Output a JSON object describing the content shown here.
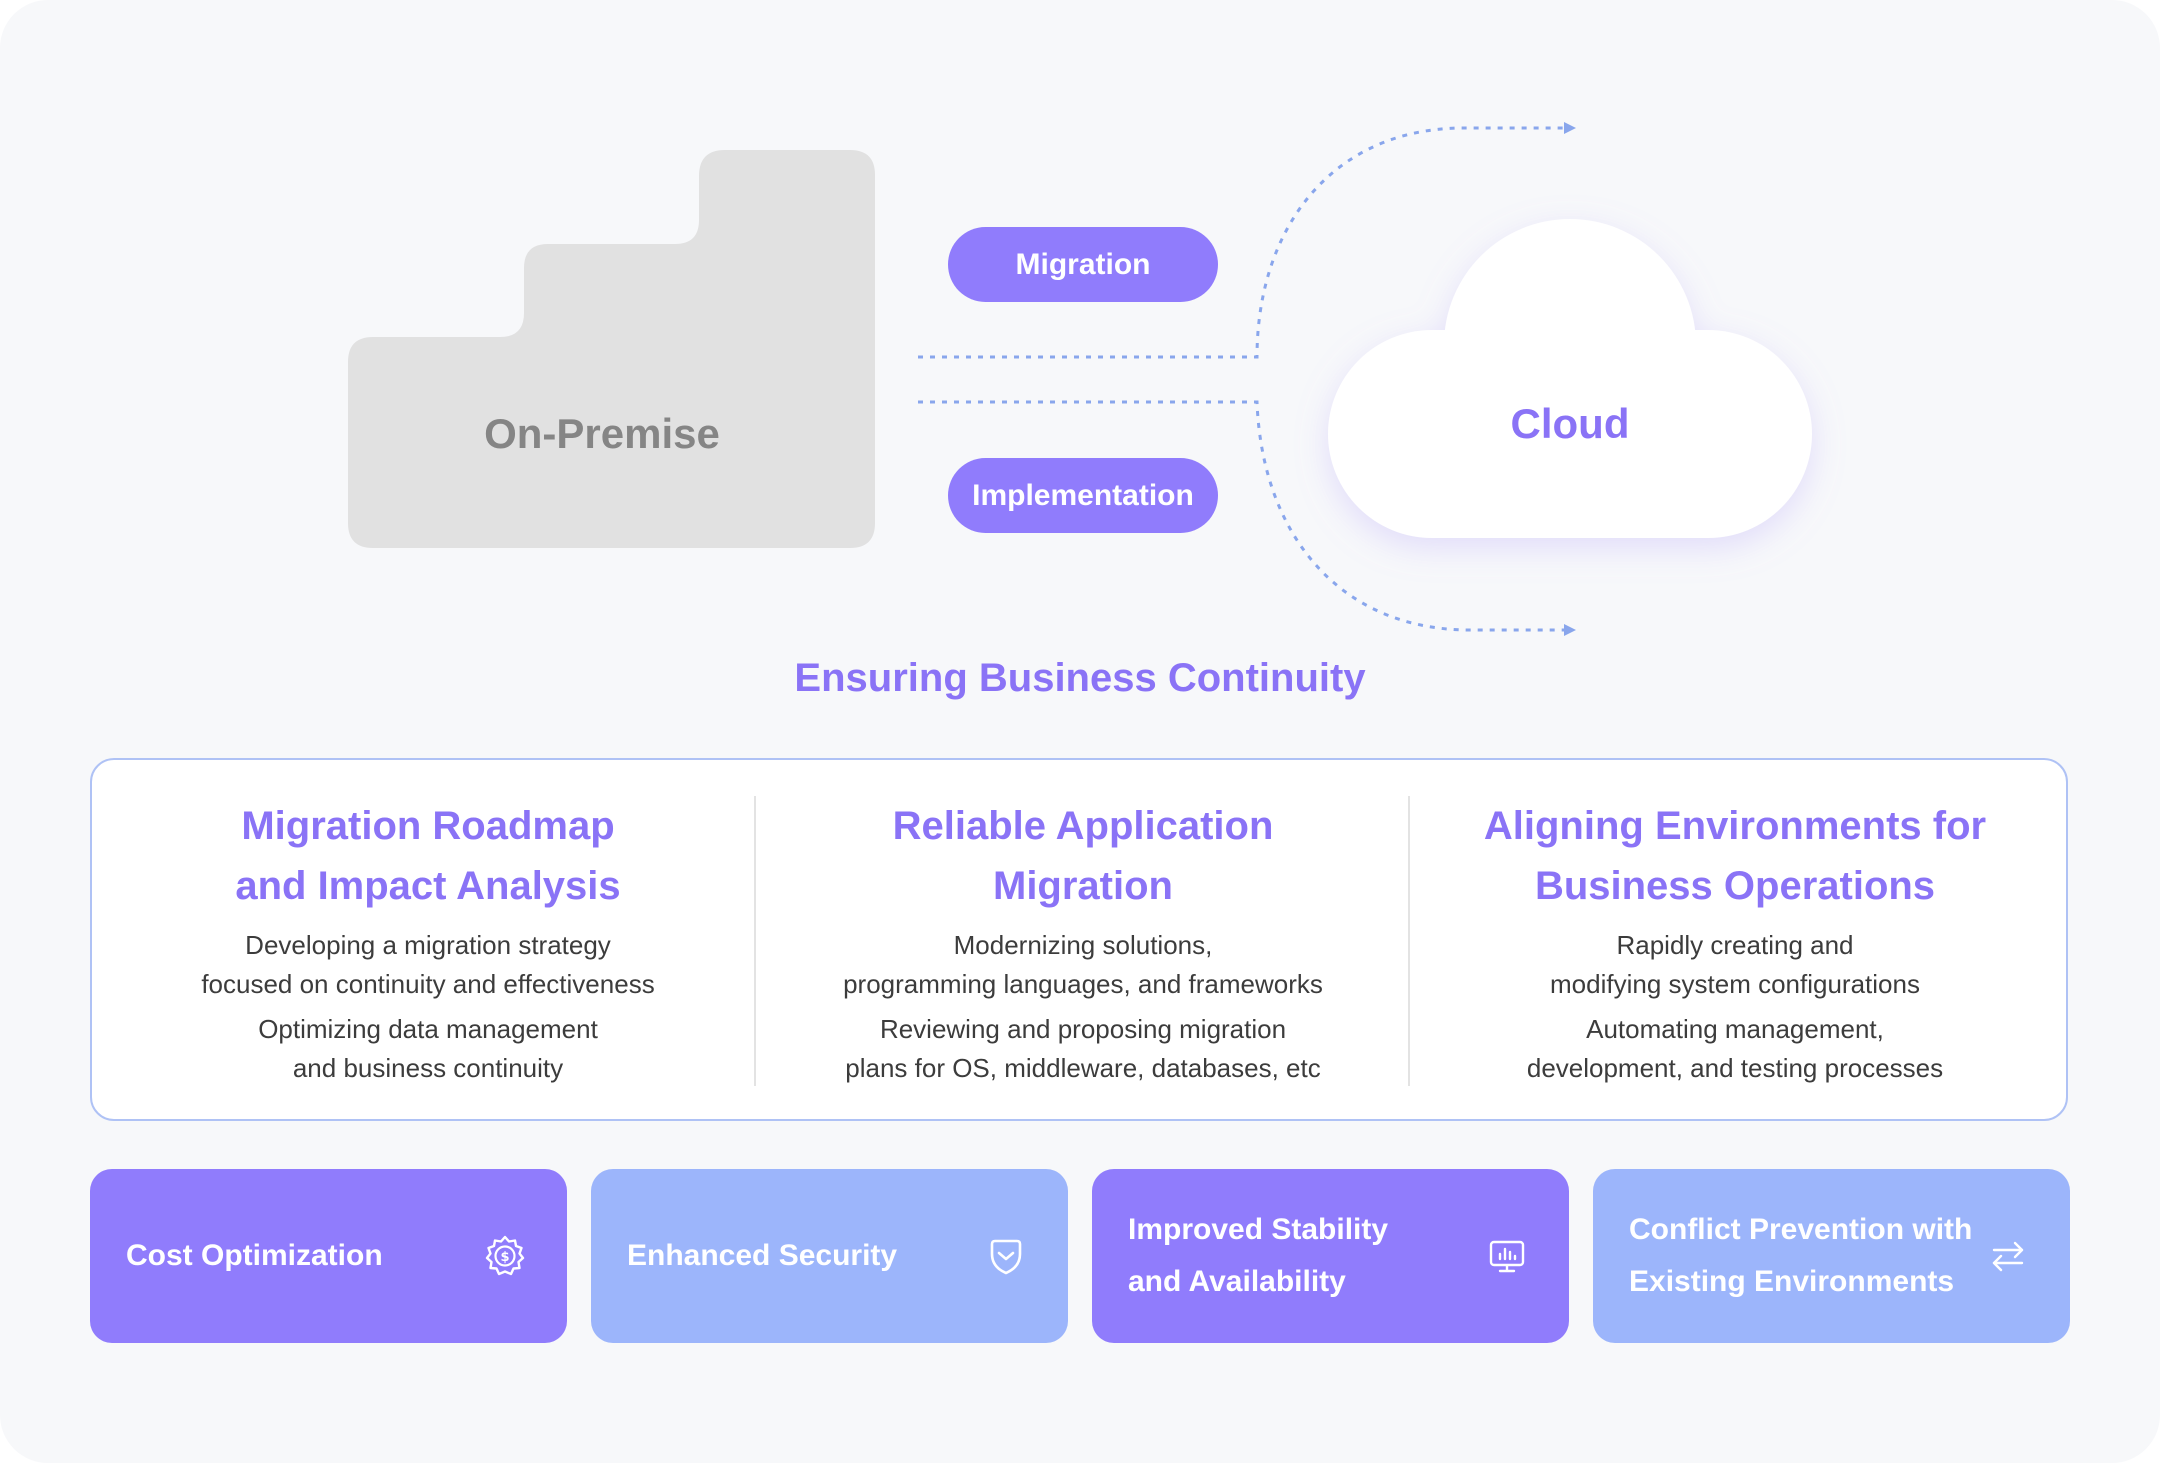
{
  "diagram": {
    "on_premise_label": "On-Premise",
    "cloud_label": "Cloud",
    "connectors": [
      {
        "label": "Migration"
      },
      {
        "label": "Implementation"
      }
    ],
    "continuity_title": "Ensuring Business Continuity"
  },
  "columns": [
    {
      "title": "Migration Roadmap\nand Impact Analysis",
      "lines": [
        "Developing a migration strategy\nfocused on continuity and effectiveness",
        "Optimizing data management\nand business continuity"
      ]
    },
    {
      "title": "Reliable Application\nMigration",
      "lines": [
        "Modernizing solutions,\nprogramming languages, and frameworks",
        "Reviewing and proposing migration\nplans for OS, middleware, databases, etc"
      ]
    },
    {
      "title": "Aligning Environments for\nBusiness Operations",
      "lines": [
        "Rapidly creating and\nmodifying system configurations",
        "Automating management,\ndevelopment, and testing processes"
      ]
    }
  ],
  "benefits": [
    {
      "label": "Cost Optimization",
      "icon": "coin-badge-icon",
      "color": "#907cfc"
    },
    {
      "label": "Enhanced Security",
      "icon": "shield-icon",
      "color": "#9cb5fb"
    },
    {
      "label": "Improved Stability\nand Availability",
      "icon": "monitor-chart-icon",
      "color": "#907cfc"
    },
    {
      "label": "Conflict Prevention with\nExisting Environments",
      "icon": "swap-arrows-icon",
      "color": "#9cb5fb"
    }
  ],
  "colors": {
    "accent": "#8a73f6",
    "pill": "#907cfc",
    "light_blue": "#9cb5fb",
    "on_premise_block": "#e1e1e1",
    "connector_line": "#89a6ec"
  }
}
